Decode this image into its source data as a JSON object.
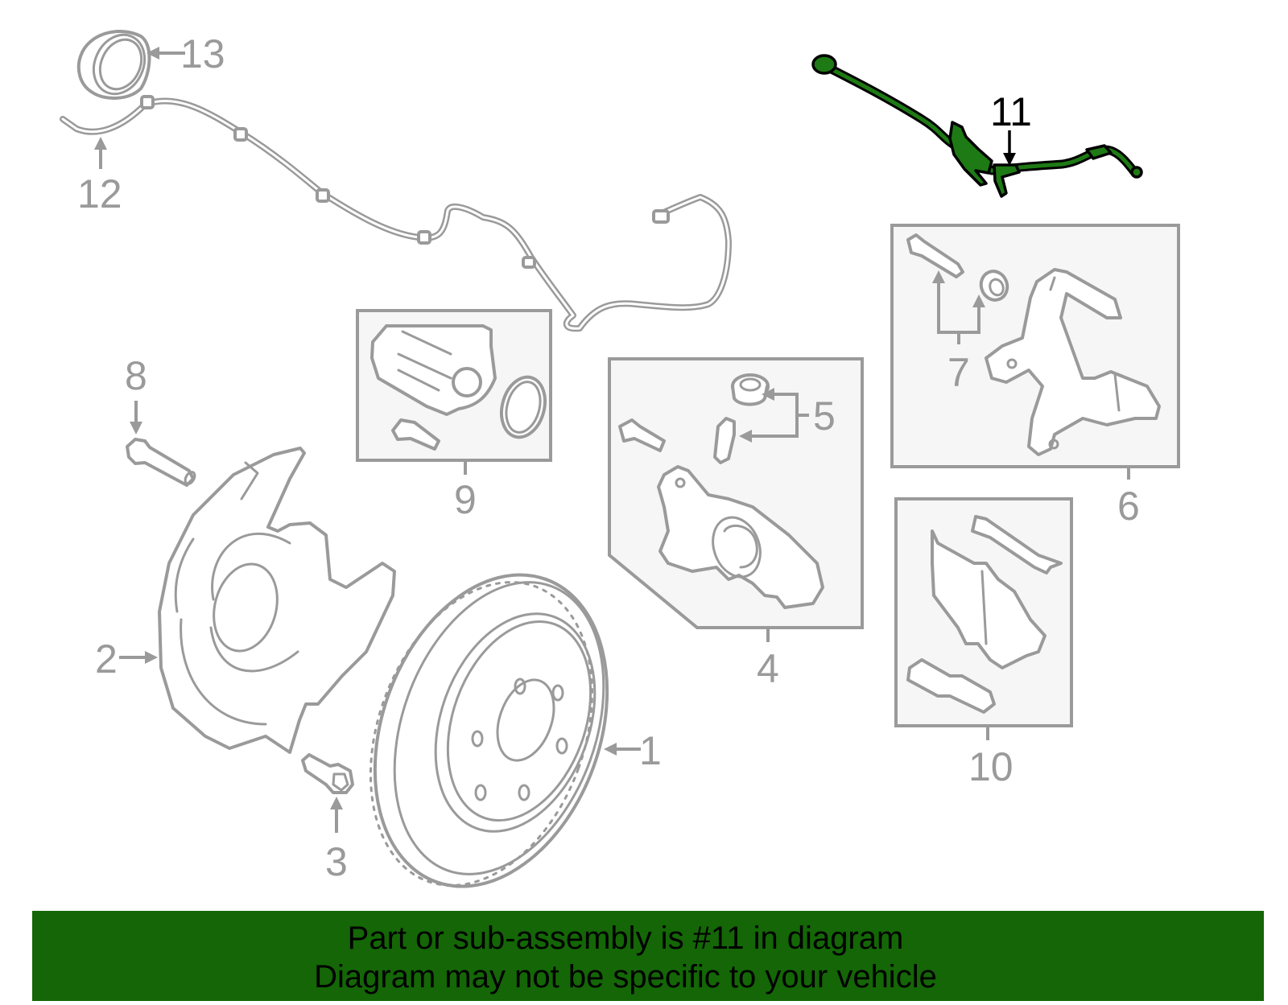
{
  "diagram": {
    "highlight_color": "#146606",
    "highlighted_part": "11",
    "callouts": {
      "c1": "1",
      "c2": "2",
      "c3": "3",
      "c4": "4",
      "c5": "5",
      "c6": "6",
      "c7": "7",
      "c8": "8",
      "c9": "9",
      "c10": "10",
      "c11": "11",
      "c12": "12",
      "c13": "13"
    },
    "parts": [
      {
        "number": "1",
        "depicts": "brake-rotor"
      },
      {
        "number": "2",
        "depicts": "splash-shield"
      },
      {
        "number": "3",
        "depicts": "bolt"
      },
      {
        "number": "4",
        "depicts": "caliper-assembly"
      },
      {
        "number": "5",
        "depicts": "bleeder-and-cap"
      },
      {
        "number": "6",
        "depicts": "caliper-support"
      },
      {
        "number": "7",
        "depicts": "guide-pin-and-boot"
      },
      {
        "number": "8",
        "depicts": "bolt"
      },
      {
        "number": "9",
        "depicts": "parking-brake-motor-kit"
      },
      {
        "number": "10",
        "depicts": "brake-pads-kit"
      },
      {
        "number": "11",
        "depicts": "brake-hose"
      },
      {
        "number": "12",
        "depicts": "abs-sensor-wire"
      },
      {
        "number": "13",
        "depicts": "tone-ring"
      }
    ]
  },
  "banner": {
    "line1": "Part or sub-assembly is #11 in diagram",
    "line2": "Diagram may not be specific to your vehicle"
  }
}
